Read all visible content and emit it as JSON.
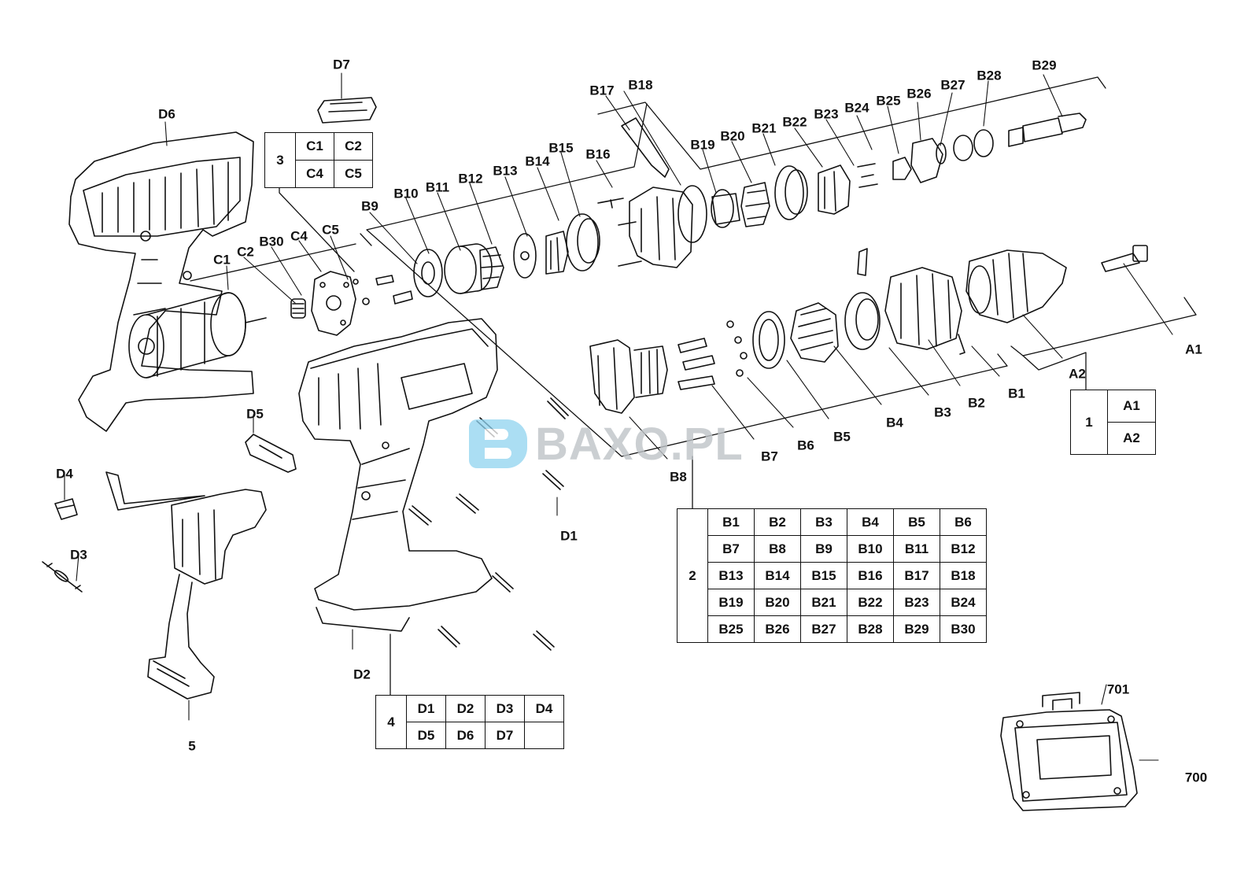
{
  "watermark": {
    "brand": "BAXO",
    "suffix": ".PL"
  },
  "callouts": {
    "A1": "A1",
    "A2": "A2",
    "B1": "B1",
    "B2": "B2",
    "B3": "B3",
    "B4": "B4",
    "B5": "B5",
    "B6": "B6",
    "B7": "B7",
    "B8": "B8",
    "B9": "B9",
    "B10": "B10",
    "B11": "B11",
    "B12": "B12",
    "B13": "B13",
    "B14": "B14",
    "B15": "B15",
    "B16": "B16",
    "B17": "B17",
    "B18": "B18",
    "B19": "B19",
    "B20": "B20",
    "B21": "B21",
    "B22": "B22",
    "B23": "B23",
    "B24": "B24",
    "B25": "B25",
    "B26": "B26",
    "B27": "B27",
    "B28": "B28",
    "B29": "B29",
    "B30": "B30",
    "C1": "C1",
    "C2": "C2",
    "C4": "C4",
    "C5": "C5",
    "D1": "D1",
    "D2": "D2",
    "D3": "D3",
    "D4": "D4",
    "D5": "D5",
    "D6": "D6",
    "D7": "D7",
    "n5": "5",
    "n700": "700",
    "n701": "701"
  },
  "group1": {
    "number": "1",
    "rows": [
      [
        "A1"
      ],
      [
        "A2"
      ]
    ]
  },
  "group2": {
    "number": "2",
    "rows": [
      [
        "B1",
        "B2",
        "B3",
        "B4",
        "B5",
        "B6"
      ],
      [
        "B7",
        "B8",
        "B9",
        "B10",
        "B11",
        "B12"
      ],
      [
        "B13",
        "B14",
        "B15",
        "B16",
        "B17",
        "B18"
      ],
      [
        "B19",
        "B20",
        "B21",
        "B22",
        "B23",
        "B24"
      ],
      [
        "B25",
        "B26",
        "B27",
        "B28",
        "B29",
        "B30"
      ]
    ]
  },
  "group3": {
    "number": "3",
    "rows": [
      [
        "C1",
        "C2"
      ],
      [
        "C4",
        "C5"
      ]
    ]
  },
  "group4": {
    "number": "4",
    "rows": [
      [
        "D1",
        "D2",
        "D3",
        "D4"
      ],
      [
        "D5",
        "D6",
        "D7",
        ""
      ]
    ]
  }
}
